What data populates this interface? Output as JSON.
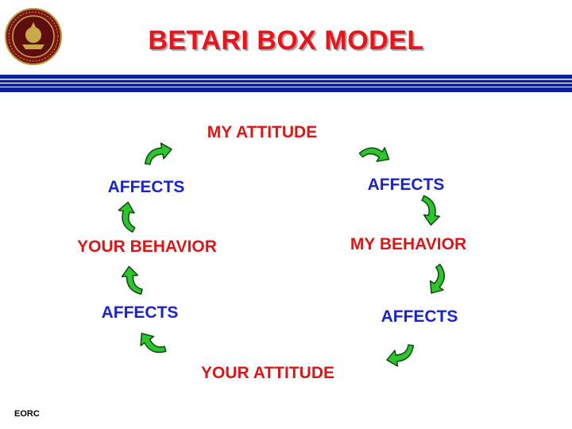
{
  "slide": {
    "title": "BETARI  BOX MODEL",
    "footer": "EORC"
  },
  "diagram": {
    "my_attitude": "MY ATTITUDE",
    "affects_1": "AFFECTS",
    "my_behavior": "MY  BEHAVIOR",
    "affects_2": "AFFECTS",
    "your_attitude": "YOUR  ATTITUDE",
    "affects_3": "AFFECTS",
    "your_behavior": "YOUR  BEHAVIOR",
    "affects_4": "AFFECTS"
  },
  "colors": {
    "title": "#e8141b",
    "red_text": "#d81818",
    "blue_text": "#1a24c8",
    "rule_blue": "#0a1f9e",
    "arrow_green": "#2ec42e",
    "arrow_outline": "#0c4a10",
    "seal_red": "#8b1a1a"
  },
  "icons": {
    "seal": "usmc-seal-icon",
    "arrow": "curved-arrow-icon"
  }
}
